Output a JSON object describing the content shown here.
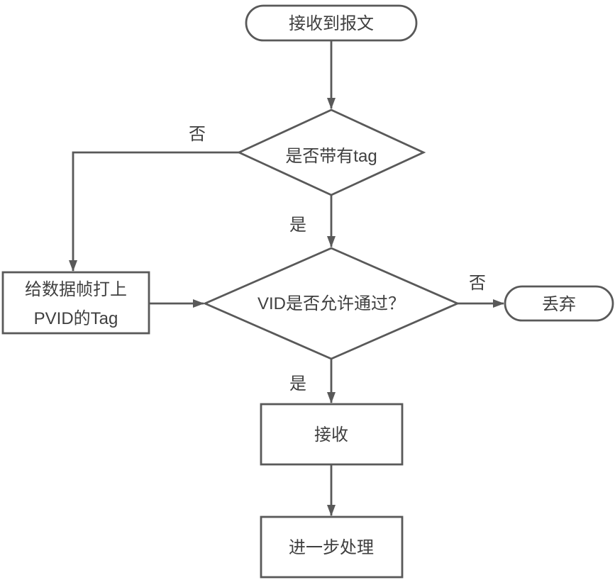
{
  "diagram": {
    "type": "flowchart",
    "colors": {
      "stroke": "#595959",
      "text": "#3f3f3f",
      "background": "#ffffff"
    },
    "nodes": {
      "start": {
        "shape": "stadium",
        "label": "接收到报文"
      },
      "has_tag_decision": {
        "shape": "diamond",
        "label": "是否带有tag"
      },
      "tag_pvid": {
        "shape": "rect",
        "line1": "给数据帧打上",
        "line2": "PVID的Tag"
      },
      "vid_allowed_decision": {
        "shape": "diamond",
        "label": "VID是否允许通过？"
      },
      "discard": {
        "shape": "stadium",
        "label": "丢弃"
      },
      "receive": {
        "shape": "rect",
        "label": "接收"
      },
      "further_processing": {
        "shape": "rect",
        "label": "进一步处理"
      }
    },
    "edge_labels": {
      "has_tag_no": "否",
      "has_tag_yes": "是",
      "vid_no": "否",
      "vid_yes": "是"
    }
  }
}
